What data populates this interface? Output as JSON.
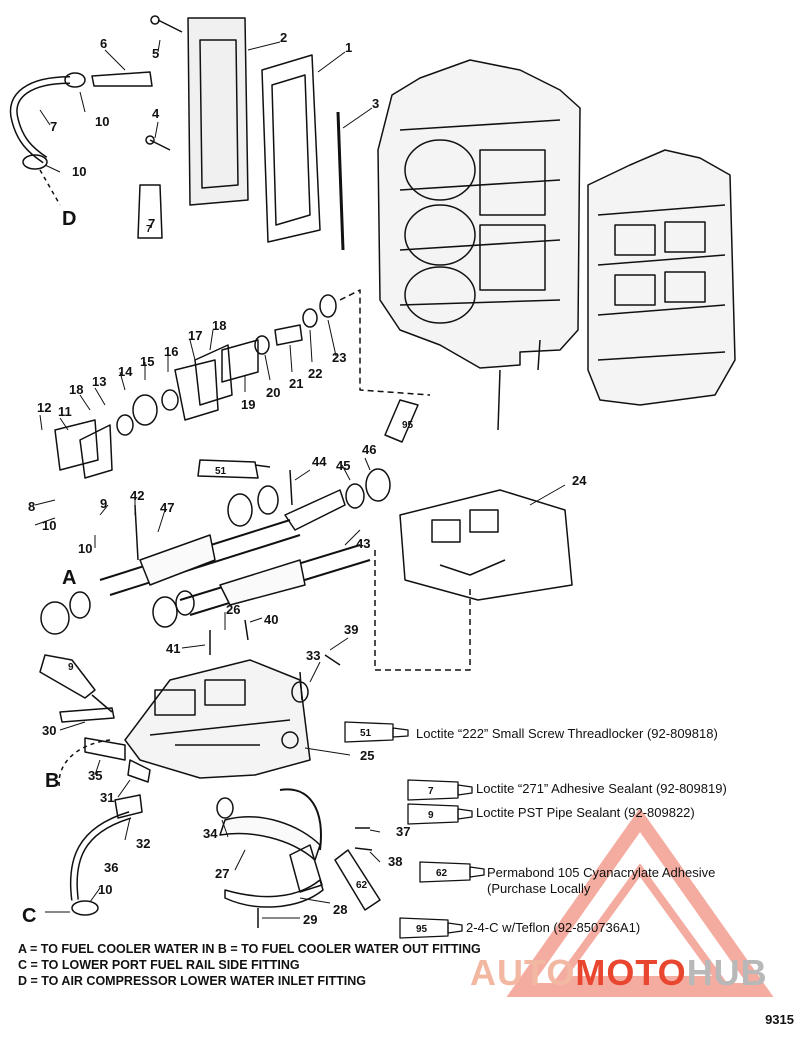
{
  "diagram": {
    "callouts": [
      "1",
      "2",
      "3",
      "4",
      "5",
      "6",
      "7",
      "10",
      "7",
      "10",
      "8",
      "9",
      "10",
      "10",
      "11",
      "12",
      "13",
      "14",
      "15",
      "16",
      "17",
      "18",
      "18",
      "19",
      "20",
      "21",
      "22",
      "23",
      "24",
      "25",
      "26",
      "27",
      "28",
      "29",
      "30",
      "31",
      "32",
      "33",
      "34",
      "35",
      "36",
      "10",
      "37",
      "38",
      "39",
      "40",
      "41",
      "42",
      "43",
      "44",
      "45",
      "46",
      "47"
    ],
    "letters": [
      "D",
      "A",
      "B",
      "C"
    ],
    "tubes": [
      "51",
      "95",
      "9",
      "7",
      "62"
    ]
  },
  "legend": [
    {
      "code": "51",
      "text": "Loctite “222” Small Screw Threadlocker  (92-809818)"
    },
    {
      "code": "7",
      "text": "Loctite “271” Adhesive Sealant (92-809819)"
    },
    {
      "code": "9",
      "text": "Loctite PST Pipe Sealant (92-809822)"
    },
    {
      "code": "62",
      "text": "Permabond 105 Cyanacrylate Adhesive"
    },
    {
      "code": "62b",
      "text": "(Purchase Locally"
    },
    {
      "code": "95",
      "text": "2-4-C w/Teflon (92-850736A1)"
    }
  ],
  "footnotes": [
    "A = TO FUEL COOLER WATER IN     B =  TO FUEL COOLER WATER OUT FITTING",
    "C = TO LOWER PORT FUEL RAIL SIDE FITTING",
    "D = TO AIR COMPRESSOR LOWER WATER INLET FITTING"
  ],
  "figure_number": "9315",
  "watermark": {
    "part1": "AUTO",
    "part2": "MOTO",
    "part3": "HUB",
    "color1": "#f2b8a2",
    "color2": "#e8462e",
    "color3": "#b8b8b8"
  }
}
